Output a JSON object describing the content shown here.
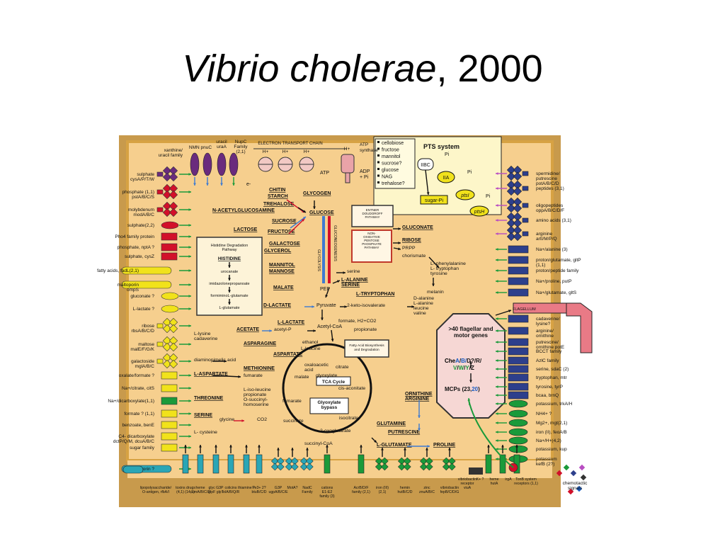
{
  "title": {
    "italic": "Vibrio cholerae",
    "rest": ", 2000"
  },
  "colors": {
    "cell_fill": "#f6cf8e",
    "cell_border": "#d7a243",
    "pts_fill": "#fdf6c9",
    "flagella_box": "#f6d7d4",
    "purple": "#6a2b7d",
    "red": "#d2102a",
    "yellow": "#f1e21b",
    "green": "#1a9a3a",
    "blue": "#2d3f8c",
    "teal": "#2aa6b6",
    "arrow_blue": "#3e7ad2"
  },
  "top": {
    "transport_labels": [
      "xanthine/\nuracil family",
      "NMN pnuC",
      "uracil\nuraA",
      "NupC\nFamily\n(2,1)"
    ],
    "etc": "ELECTRON TRANSPORT CHAIN",
    "hplus": "H+",
    "atp_synthase": "ATP\nsynthase",
    "atp": "ATP",
    "adp": "ADP\n+ Pi",
    "e": "e-"
  },
  "pts": {
    "title": "PTS system",
    "sugars": [
      "cellobiose",
      "fructose",
      "mannitol",
      "sucrose?",
      "glucose",
      "NAG",
      "trehalose?"
    ],
    "iibc": "IIBC",
    "iia": "IIA",
    "ptsi": "ptsI",
    "ptsh": "ptsH",
    "sugarpi": "sugar-Pi",
    "pi": "Pi"
  },
  "left": [
    "sulphate\ncysA/P/T/W",
    "phosphate (1,1)\npstA/B/C/S",
    "molybdenum\nmodA/B/C",
    "sulphate(2,2)",
    "Pho4 family protein",
    "phosphate, nptA ?",
    "sulphate, cysZ",
    "fatty acids, fadL(2,1)",
    "maltoporin\nompS",
    "gluconate ?",
    "L-lactate ?",
    "ribose\nrbsA/B/C/D",
    "maltose\nmalE/F/G/K",
    "galactoside\nmglA/B/C",
    "oxalate/formate ?",
    "Na+/citrate, citS",
    "Na+/dicarboxylate(1,1)",
    "formate ? (1,1)",
    "benzoate, benE",
    "C4- dicarboxylate\ndctP/Q/M, dcuA/B/C",
    "sugar family",
    "porin ?"
  ],
  "right": [
    "spermidine/\nputrescine\npotA/B/C/D",
    "peptides (3,1)",
    "oligopeptides\noppA/B/C/D/F",
    "amino acids (3,1)",
    "arginine\nartI/M/P/Q",
    "Na+/alanine (3)",
    "proton/glutamate, gltP\n(1,1)",
    "proton/peptide family",
    "Na+/proline, putP",
    "Na+/glutamate, gltS",
    "cadaverine/\nlysine?",
    "arginine/\nornithine",
    "putrescine/\nornithine potE",
    "BCCT family",
    "AzlC family",
    "serine, sdaC (2)",
    "tryptophan, mtr",
    "tyrosine, tyrP",
    "bcaa, brnQ",
    "potassium, trkA/H",
    "NH4+ ?",
    "Mg2+, mgt(2,1)",
    "iron (II), feoA/B",
    "Na+/H+(4,2)",
    "potassium, kup",
    "potassium\nkefB (2?)"
  ],
  "bottom": [
    "lipopolysaccharide/\nO-antigen, rfbA/I",
    "toxins drugs\n(4,1) (14,1)",
    "heme\nccmA/B/C/D",
    "glyc G3P\nglpF glpT",
    "colicins\ntolA/B/Q/R",
    "thiamine ?",
    "Fe3+ 2?\nbtuB/C/D",
    "G3P\nugpA/B/C/E",
    "MotA?",
    "NadC\nFamily",
    "cations\nE1-E2\nfamily (3)",
    "AcrB/D/F\nfamily (2,1)",
    "iron (III)\n(2,1)",
    "hemin\nhutB/C/D",
    "zinc\nznuA/B/C",
    "vibriobactin\nfepB/C/D/G",
    "vibriobactin\nreceptor\nviuA",
    "K+ ?",
    "heme\nhutA",
    "irgA",
    "TonB system\nreceptors (1,1)",
    "chemotactic\nsignals"
  ],
  "metabolism": {
    "chitin": "CHITIN",
    "starch": "STARCH",
    "trehalose": "TREHALOSE",
    "nag": "N-ACETYLGLUCOSAMINE",
    "glycogen": "GLYCOGEN",
    "glucose": "GLUCOSE",
    "lactose": "LACTOSE",
    "sucrose": "SUCROSE",
    "fructose": "FRUCTOSE",
    "galactose": "GALACTOSE",
    "glycerol": "GLYCEROL",
    "mannitol": "MANNITOL",
    "mannose": "MANNOSE",
    "malate": "MALATE",
    "pep": "PEP",
    "pyruvate": "Pyruvate",
    "dlactate": "D-LACTATE",
    "llactate": "L-LACTATE",
    "acetate": "ACETATE",
    "acetylp": "acetyl-P",
    "acetylcoa": "Acetyl-CoA",
    "formate": "formate, H2+CO2",
    "propionate": "propionate",
    "ethanol": "ethanol",
    "lleucine": "L-leucine",
    "gluconate": "GLUCONATE",
    "ribose": "RIBOSE",
    "prpp": "PRPP",
    "chorismate": "chorismate",
    "aromatic": "L- phenylalanine\nL- tryptophan\ntyrosine",
    "melanin": "melanin",
    "serine": "serine",
    "lalanine": "L-ALANINE\nSERINE",
    "ltrp": "L-TRYPTOPHAN",
    "ketoiso": "2-keto-isovalerate",
    "dalanine": "D-alanine\nL-alanine\nleucine\nvaline",
    "entner": "ENTNER\nDOUDOROFF\nPATHWAY",
    "ppp": "NON-\nOXIDATIVE\nPENTOSE\nPHOSPHATE\nPATHWAY",
    "glycolysis": "GLYCOLYSIS",
    "gluconeo": "GLUCONEOGENESIS",
    "histidine_box": "Histidine Degradation\nPathway",
    "histidine": "HISTIDINE",
    "his_steps": [
      "urocanate",
      "imidazolonepropanoate",
      "formiminoL-glutamate",
      "L-glutamate"
    ],
    "fattyacid": "Fatty Acid Biosynthesis\nand Degradation",
    "lysine": "L-lysine\ncadaverine",
    "dap": "diaminopimelic acid",
    "asparagine": "ASPARAGINE",
    "aspartate": "ASPARTATE",
    "methionine": "METHIONINE",
    "laspartate": "L-ASPARTATE",
    "fumarate": "fumarate",
    "threonine": "THREONINE",
    "ileu": "L-iso-leucine\npropionate\nO-succinyl-\nhomoserine",
    "serine2": "SERINE",
    "glycine": "glycine",
    "co2": "CO2",
    "lcysteine": "L- cysteine",
    "tca": "TCA Cycle",
    "glyox": "Glyoxylate\nbypass",
    "oaa": "oxaloacetic\nacid",
    "citrate": "citrate",
    "cisacon": "cis-aconitate",
    "glyoxylate": "glyoxylate",
    "isocitrate": "isocitrate",
    "oxoglut": "2-oxoglutarate",
    "succinylcoa": "succinyl-CoA",
    "succinate": "succinate",
    "fumarate2": "fumarate",
    "malate2": "malate",
    "glutamine": "GLUTAMINE",
    "lglutamate": "L-GLUTAMATE",
    "putrescine": "PUTRESCINE",
    "proline": "PROLINE",
    "ornithine": "ORNITHINE\nARGININE"
  },
  "flagella": {
    "title": ">40 flagellar and\nmotor genes",
    "che_prefix": "Che",
    "che": [
      "A",
      "/",
      "B",
      "/",
      "D",
      "?",
      "/",
      "R",
      "/"
    ],
    "che2": [
      "V",
      "/",
      "W",
      "/",
      "Y",
      "/",
      "Z"
    ],
    "mcps_prefix": "MCPs (23,",
    "mcps_num": "20",
    "mcps_suffix": ")",
    "flagellum": "FLAGELLUM"
  }
}
